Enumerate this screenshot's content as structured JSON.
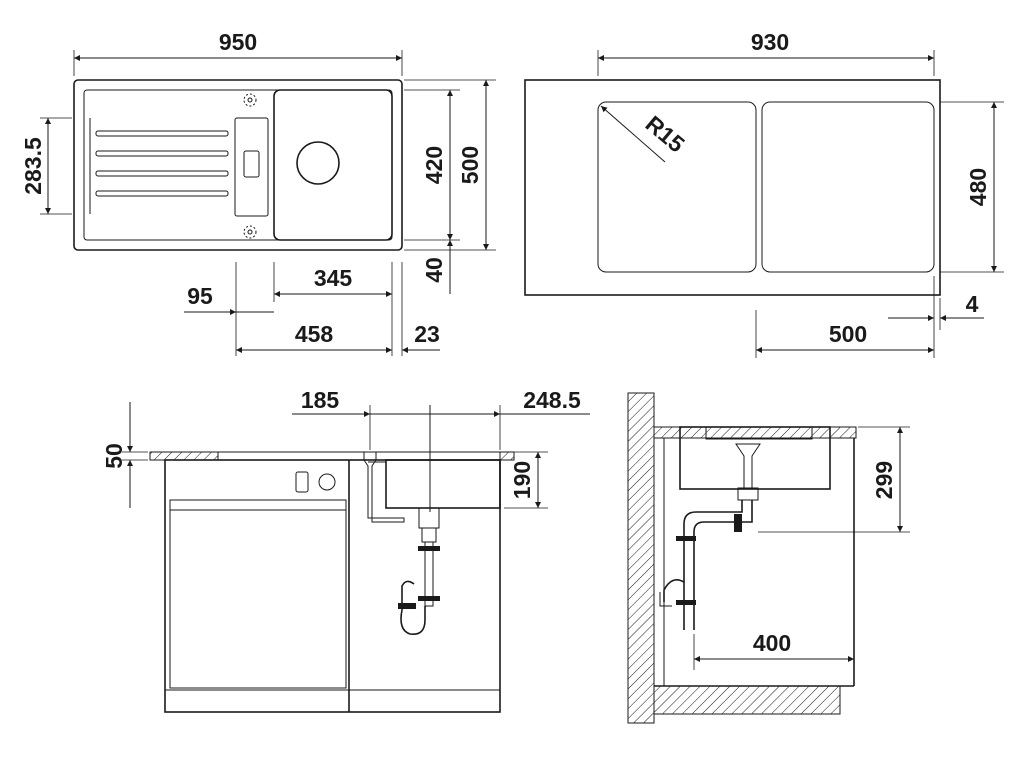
{
  "figure_type": "technical dimension drawing of a kitchen sink",
  "colors": {
    "line": "#1a1a1a",
    "background": "#ffffff"
  },
  "views": {
    "top_view": {
      "labels": {
        "width_950": "950",
        "height_283_5": "283.5",
        "bowl_height_420": "420",
        "overall_height_500": "500",
        "rim_40": "40",
        "bowl_width_345": "345",
        "offset_95": "95",
        "bowl_span_458": "458",
        "edge_23": "23"
      }
    },
    "cutout_view": {
      "labels": {
        "width_930": "930",
        "radius_r15": "R15",
        "height_480": "480",
        "edge_4": "4",
        "offset_500": "500"
      }
    },
    "front_section": {
      "labels": {
        "thickness_50": "50",
        "offset_185": "185",
        "offset_248_5": "248.5",
        "depth_190": "190"
      }
    },
    "side_section": {
      "labels": {
        "height_299": "299",
        "distance_400": "400"
      }
    }
  }
}
